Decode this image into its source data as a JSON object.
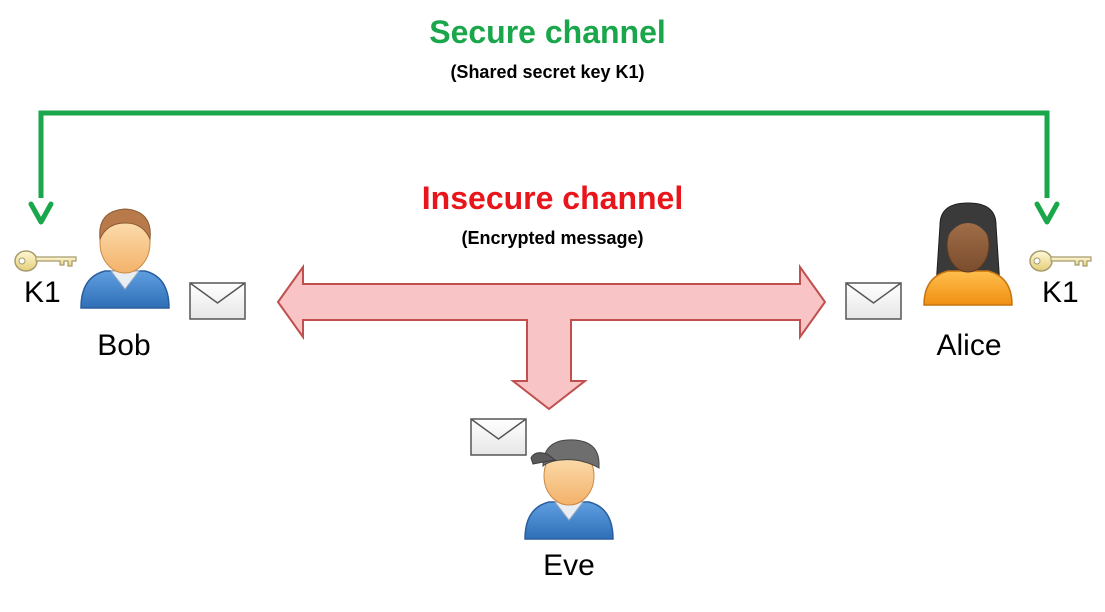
{
  "secure_channel": {
    "title": "Secure channel",
    "subtitle": "(Shared secret key K1)",
    "color": "#1aa64a"
  },
  "insecure_channel": {
    "title": "Insecure channel",
    "subtitle": "(Encrypted message)",
    "color": "#e8151b",
    "arrow_fill": "#f8c4c6",
    "arrow_stroke": "#c0504d"
  },
  "actors": {
    "bob": {
      "name": "Bob",
      "key_label": "K1"
    },
    "alice": {
      "name": "Alice",
      "key_label": "K1"
    },
    "eve": {
      "name": "Eve"
    }
  }
}
